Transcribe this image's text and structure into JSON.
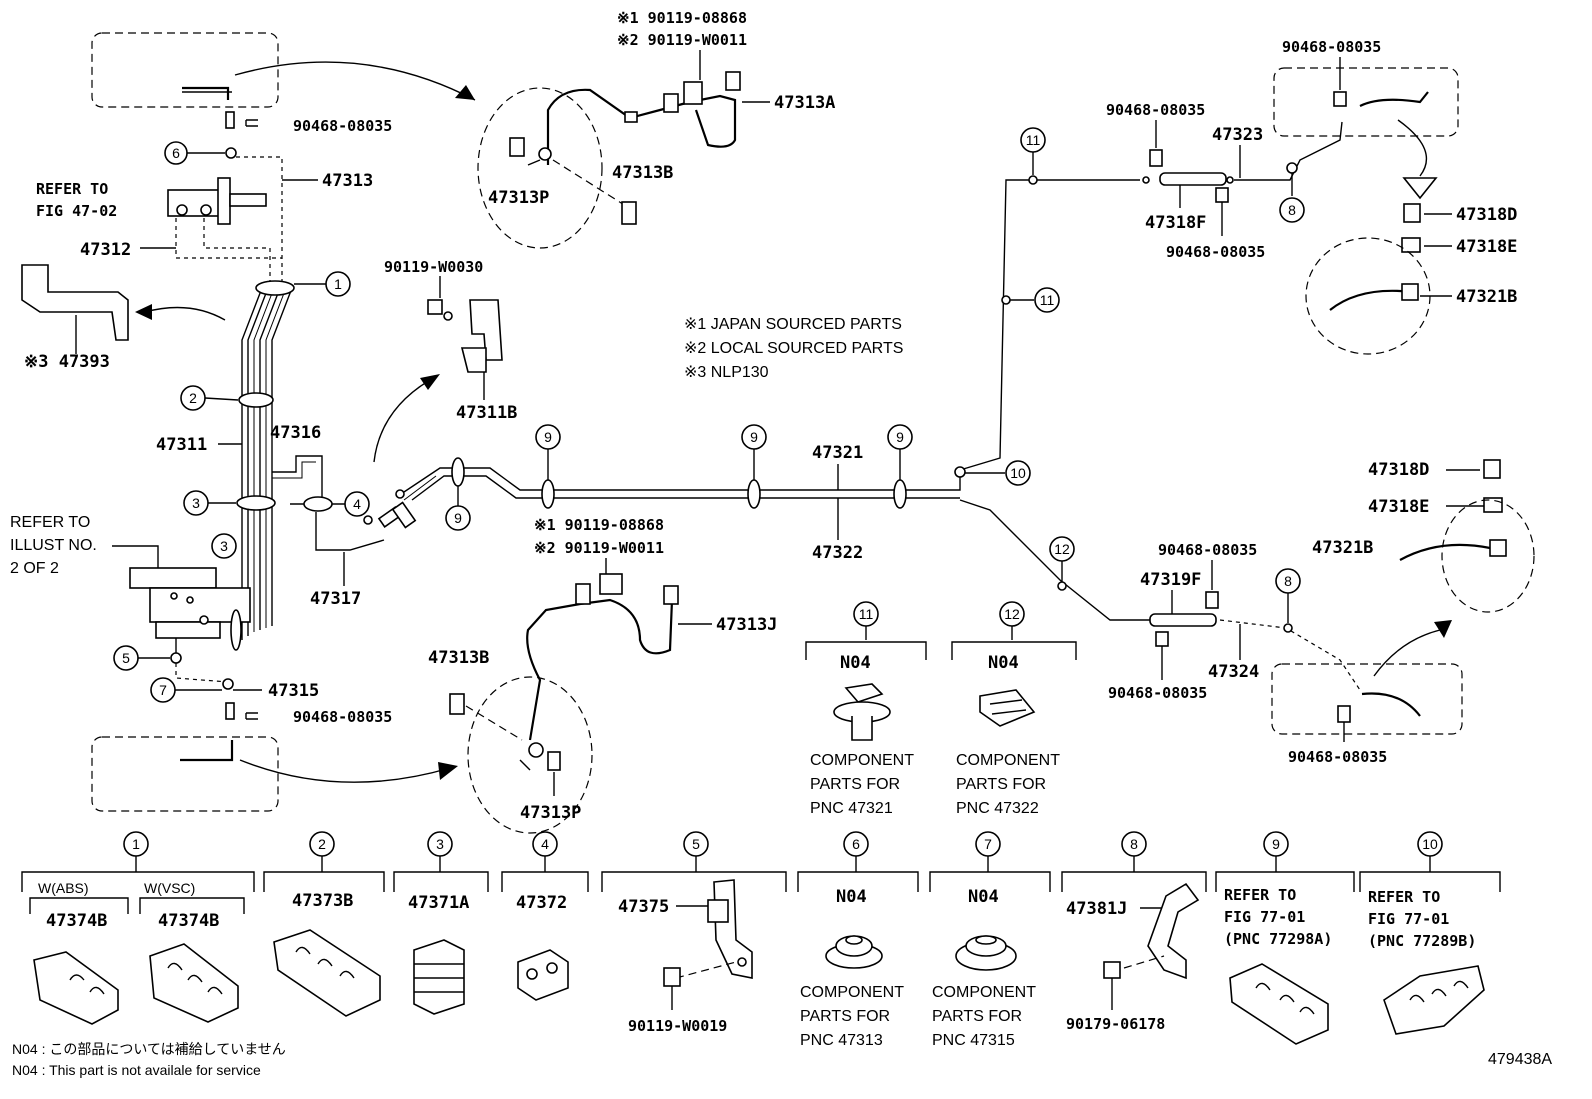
{
  "diagram_id": "479438A",
  "notes_legend": {
    "n1": "※1 JAPAN SOURCED PARTS",
    "n2": "※2 LOCAL SOURCED PARTS",
    "n3": "※3 NLP130"
  },
  "footnote": {
    "jp": "N04 : この部品については補給していません",
    "en": "N04 :  This part is not availale for service"
  },
  "refs": {
    "refer_to": "REFER TO",
    "fig_47_02": "FIG 47-02",
    "illust_1": "REFER TO",
    "illust_2": "ILLUST NO.",
    "illust_3": "2 OF 2"
  },
  "labels": {
    "p90119_08868_a": "※1 90119-08868",
    "p90119_W0011_a": "※2 90119-W0011",
    "p47313A": "47313A",
    "p47313B_top": "47313B",
    "p47313P_top": "47313P",
    "p90468_top_left": "90468-08035",
    "p47313": "47313",
    "p47312": "47312",
    "p47393": "※3 47393",
    "p90119_W0030": "90119-W0030",
    "p47311B": "47311B",
    "p47311": "47311",
    "p47316": "47316",
    "p47317": "47317",
    "p47315": "47315",
    "p90468_bottom_left": "90468-08035",
    "p90119_08868_b": "※1 90119-08868",
    "p90119_W0011_b": "※2 90119-W0011",
    "p47313J": "47313J",
    "p47313B_bottom": "47313B",
    "p47313P_bottom": "47313P",
    "p47321": "47321",
    "p47322": "47322",
    "p90468_r1": "90468-08035",
    "p47323": "47323",
    "p90468_r2": "90468-08035",
    "p47318F": "47318F",
    "p90468_r3": "90468-08035",
    "p47318D_top": "47318D",
    "p47318E_top": "47318E",
    "p47321B_top": "47321B",
    "p47318D_bottom": "47318D",
    "p47318E_bottom": "47318E",
    "p47321B_bottom": "47321B",
    "p90468_r4": "90468-08035",
    "p47319F": "47319F",
    "p47324": "47324",
    "p90468_r5": "90468-08035",
    "p90468_r6": "90468-08035"
  },
  "callouts": {
    "c1": "1",
    "c2": "2",
    "c3": "3",
    "c4": "4",
    "c5": "5",
    "c6": "6",
    "c7": "7",
    "c8": "8",
    "c9": "9",
    "c10": "10",
    "c11": "11",
    "c12": "12"
  },
  "mid_boxes": {
    "box11": {
      "num": "11",
      "code": "N04",
      "l1": "COMPONENT",
      "l2": "PARTS FOR",
      "l3": "PNC 47321"
    },
    "box12": {
      "num": "12",
      "code": "N04",
      "l1": "COMPONENT",
      "l2": "PARTS FOR",
      "l3": "PNC 47322"
    }
  },
  "bottom_row": {
    "b1": {
      "num": "1",
      "w_abs": "W(ABS)",
      "w_vsc": "W(VSC)",
      "pn_a": "47374B",
      "pn_b": "47374B"
    },
    "b2": {
      "num": "2",
      "pn": "47373B"
    },
    "b3": {
      "num": "3",
      "pn": "47371A"
    },
    "b4": {
      "num": "4",
      "pn": "47372"
    },
    "b5": {
      "num": "5",
      "pn": "47375",
      "bolt": "90119-W0019"
    },
    "b6": {
      "num": "6",
      "code": "N04",
      "l1": "COMPONENT",
      "l2": "PARTS FOR",
      "l3": "PNC 47313"
    },
    "b7": {
      "num": "7",
      "code": "N04",
      "l1": "COMPONENT",
      "l2": "PARTS FOR",
      "l3": "PNC 47315"
    },
    "b8": {
      "num": "8",
      "pn": "47381J",
      "bolt": "90179-06178"
    },
    "b9": {
      "num": "9",
      "l1": "REFER TO",
      "l2": "FIG 77-01",
      "l3": "(PNC 77298A)"
    },
    "b10": {
      "num": "10",
      "l1": "REFER TO",
      "l2": "FIG 77-01",
      "l3": "(PNC 77289B)"
    }
  }
}
